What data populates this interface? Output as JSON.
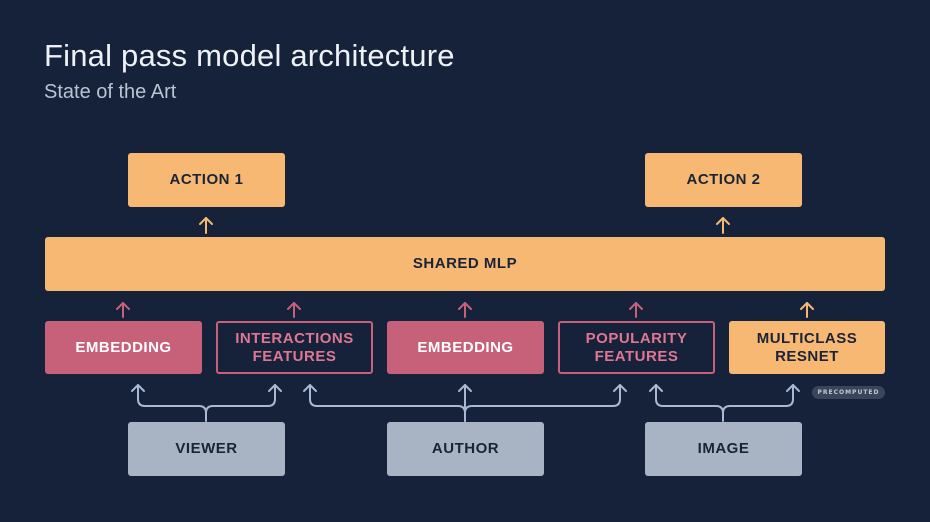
{
  "header": {
    "title": "Final pass model architecture",
    "subtitle": "State of the Art"
  },
  "outputs": {
    "action1": "ACTION 1",
    "action2": "ACTION 2"
  },
  "shared": {
    "label": "SHARED MLP"
  },
  "modules": {
    "embedding_viewer": "EMBEDDING",
    "interactions_line1": "INTERACTIONS",
    "interactions_line2": "FEATURES",
    "embedding_author": "EMBEDDING",
    "popularity_line1": "POPULARITY",
    "popularity_line2": "FEATURES",
    "resnet_line1": "MULTICLASS",
    "resnet_line2": "RESNET",
    "precomputed_badge": "PRECOMPUTED"
  },
  "inputs": {
    "viewer": "VIEWER",
    "author": "AUTHOR",
    "image": "IMAGE"
  },
  "colors": {
    "background": "#15223a",
    "orange": "#f7b874",
    "pink": "#c7617a",
    "gray": "#a8b3c4",
    "arrow_blue": "#a9b9d4"
  }
}
